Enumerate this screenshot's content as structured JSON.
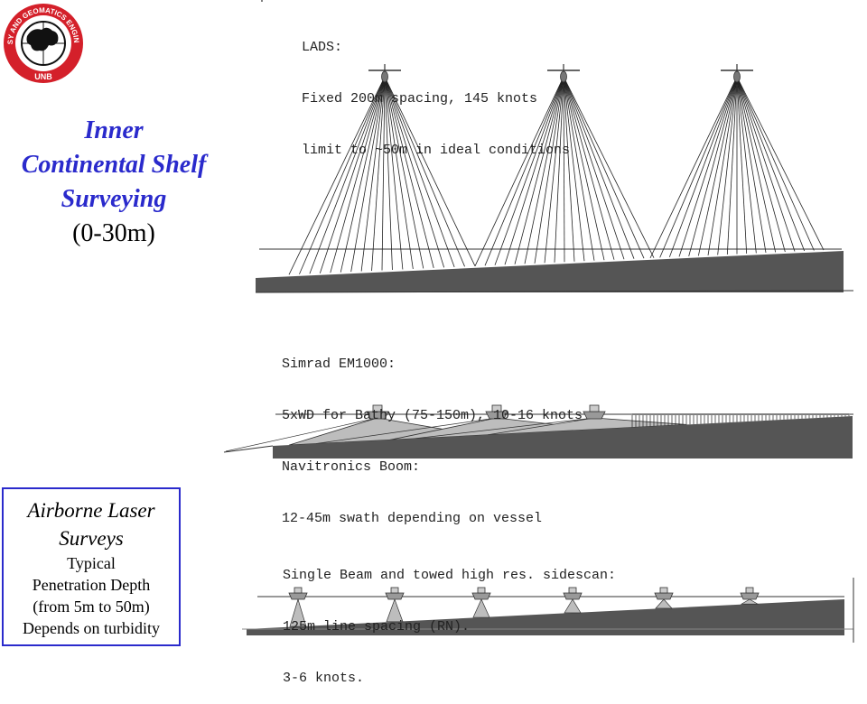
{
  "logo": {
    "top_text": "GEODESY AND GEOMATICS ENGINEERING",
    "bottom_text": "UNB",
    "colors": {
      "ring": "#d4202a",
      "globe": "#111111"
    }
  },
  "title": {
    "line1": "Inner",
    "line2": "Continental Shelf",
    "line3": "Surveying",
    "line4": "(0-30m)",
    "color": "#2a2acc"
  },
  "lads": {
    "line1": "LADS:",
    "line2": "Fixed 200m spacing, 145 knots",
    "line3": "limit to ~50m in ideal conditions"
  },
  "multibeam": {
    "line1": "Simrad EM1000:",
    "line2": "5xWD for Bathy (75-150m), 10-16 knots",
    "line3": "Navitronics Boom:",
    "line4": "12-45m swath depending on vessel"
  },
  "singlebeam": {
    "line1": "Single Beam and towed high res. sidescan:",
    "line2": "125m line spacing (RN).",
    "line3": "3-6 knots."
  },
  "box": {
    "heading1": "Airborne Laser",
    "heading2": "Surveys",
    "line1": "Typical",
    "line2": "Penetration Depth",
    "line3": "(from 5m to 50m)",
    "line4": "Depends on turbidity"
  },
  "colors": {
    "seabed": "#555555",
    "swath": "#bdbdbd",
    "accent": "#2a2acc"
  }
}
